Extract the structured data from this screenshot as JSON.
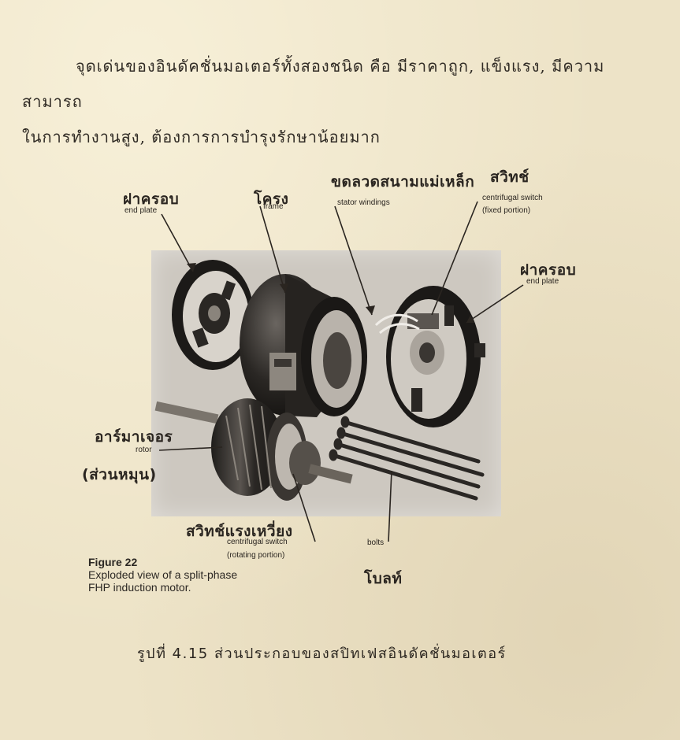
{
  "paragraph": {
    "line1": "จุดเด่นของอินดัคชั่นมอเตอร์ทั้งสองชนิด คือ มีราคาถูก, แข็งแรง, มีความสามารถ",
    "line2": "ในการทำงานสูง, ต้องการการบำรุงรักษาน้อยมาก"
  },
  "labels": {
    "end_plate_left_th": "ฝาครอบ",
    "end_plate_left_en": "end plate",
    "frame_th": "โครง",
    "frame_en": "frame",
    "stator_th": "ขดลวดสนามแม่เหล็ก",
    "stator_en": "stator windings",
    "switch_th": "สวิทช์",
    "switch_en_1": "centrifugal switch",
    "switch_en_2": "(fixed portion)",
    "end_plate_right_th": "ฝาครอบ",
    "end_plate_right_en": "end plate",
    "rotor_th_1": "อาร์มาเจอร",
    "rotor_en": "rotor",
    "rotor_th_2": "(ส่วนหมุน)",
    "cswitch_th": "สวิทช์แรงเหวี่ยง",
    "cswitch_en_1": "centrifugal switch",
    "cswitch_en_2": "(rotating portion)",
    "bolts_en": "bolts",
    "bolts_th": "โบลท์"
  },
  "figure": {
    "title": "Figure 22",
    "desc_1": "Exploded view of a split-phase",
    "desc_2": "FHP induction motor."
  },
  "caption": "รูปที่ 4.15  ส่วนประกอบของสปิทเฟสอินดัคชั่นมอเตอร์"
}
